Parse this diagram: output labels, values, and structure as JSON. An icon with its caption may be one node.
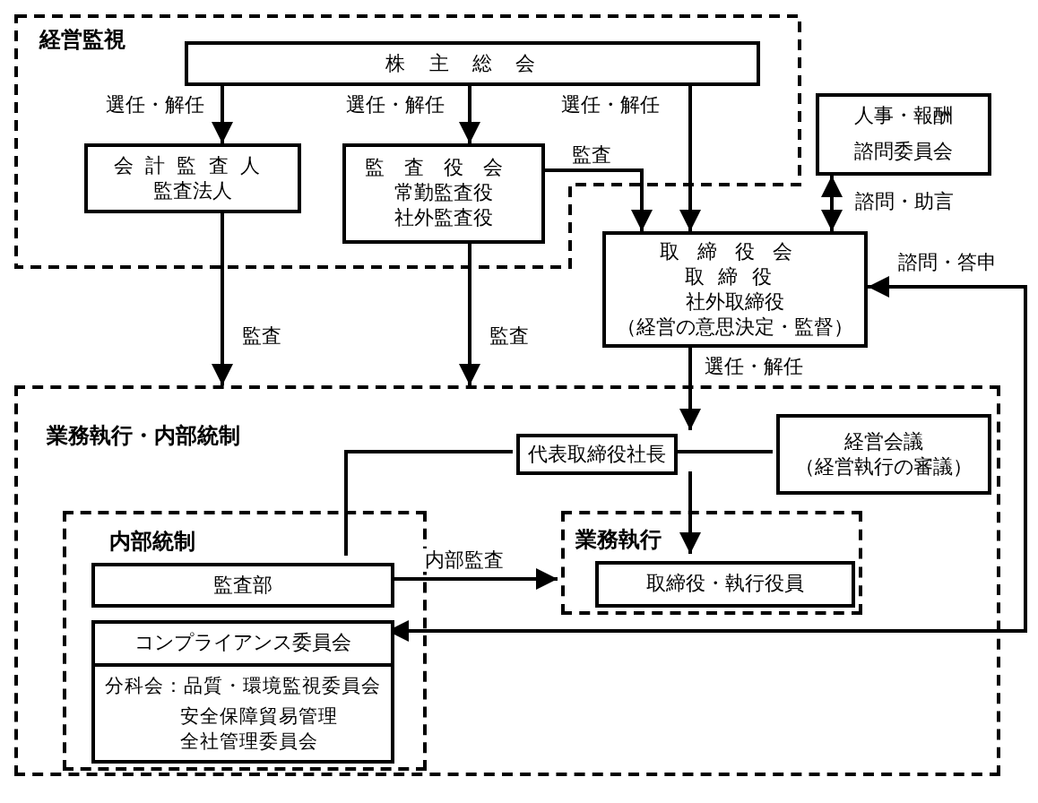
{
  "diagram": {
    "nodes": [
      {
        "text": [
          "経営監視"
        ]
      },
      {
        "text": [
          "株主総会"
        ],
        "in": 0
      },
      {
        "text": [
          "会計監査人",
          "監査法人"
        ],
        "in": 0
      },
      {
        "text": [
          "監査役会",
          "常勤監査役",
          "社外監査役"
        ],
        "in": 0
      },
      {
        "text": [
          "人事・報酬諮問委員会"
        ]
      },
      {
        "text": [
          "取締役会",
          "取締役",
          "社外取締役",
          "（経営の意思決定・監督）"
        ]
      },
      {
        "text": [
          "業務執行・内部統制"
        ]
      },
      {
        "text": [
          "代表取締役社長"
        ],
        "in": 6
      },
      {
        "text": [
          "経営会議",
          "（経営執行の審議）"
        ],
        "in": 6
      },
      {
        "text": [
          "内部統制"
        ],
        "in": 6
      },
      {
        "text": [
          "監査部"
        ],
        "in": 9
      },
      {
        "text": [
          "コンプライアンス委員会",
          "分科会：品質・環境監視委員会",
          "安全保障貿易管理全社管理委員会"
        ],
        "in": 9
      },
      {
        "text": [
          "業務執行"
        ],
        "in": 6
      },
      {
        "text": [
          "取締役・執行役員"
        ],
        "in": 12
      }
    ],
    "edges": [
      {
        "from": 1,
        "to": 2,
        "arrow": "to",
        "label": "選任・解任"
      },
      {
        "from": 1,
        "to": 3,
        "arrow": "to",
        "label": "選任・解任"
      },
      {
        "from": 1,
        "to": 5,
        "arrow": "to",
        "label": "選任・解任"
      },
      {
        "from": 3,
        "to": 5,
        "arrow": "to",
        "label": "監査"
      },
      {
        "from": 4,
        "to": 5,
        "arrow": "both",
        "label": "諮問・助言"
      },
      {
        "from": 11,
        "to": 5,
        "arrow": "both",
        "label": "諮問・答申"
      },
      {
        "from": 2,
        "to": 6,
        "arrow": "to",
        "label": "監査"
      },
      {
        "from": 3,
        "to": 6,
        "arrow": "to",
        "label": "監査"
      },
      {
        "from": 5,
        "to": 7,
        "arrow": "to",
        "label": "選任・解任"
      },
      {
        "from": 7,
        "to": 8,
        "arrow": "none"
      },
      {
        "from": 7,
        "to": 13,
        "arrow": "to"
      },
      {
        "from": 7,
        "to": 10,
        "arrow": "none"
      },
      {
        "from": 10,
        "to": 12,
        "arrow": "to",
        "label": "内部監査"
      }
    ]
  }
}
